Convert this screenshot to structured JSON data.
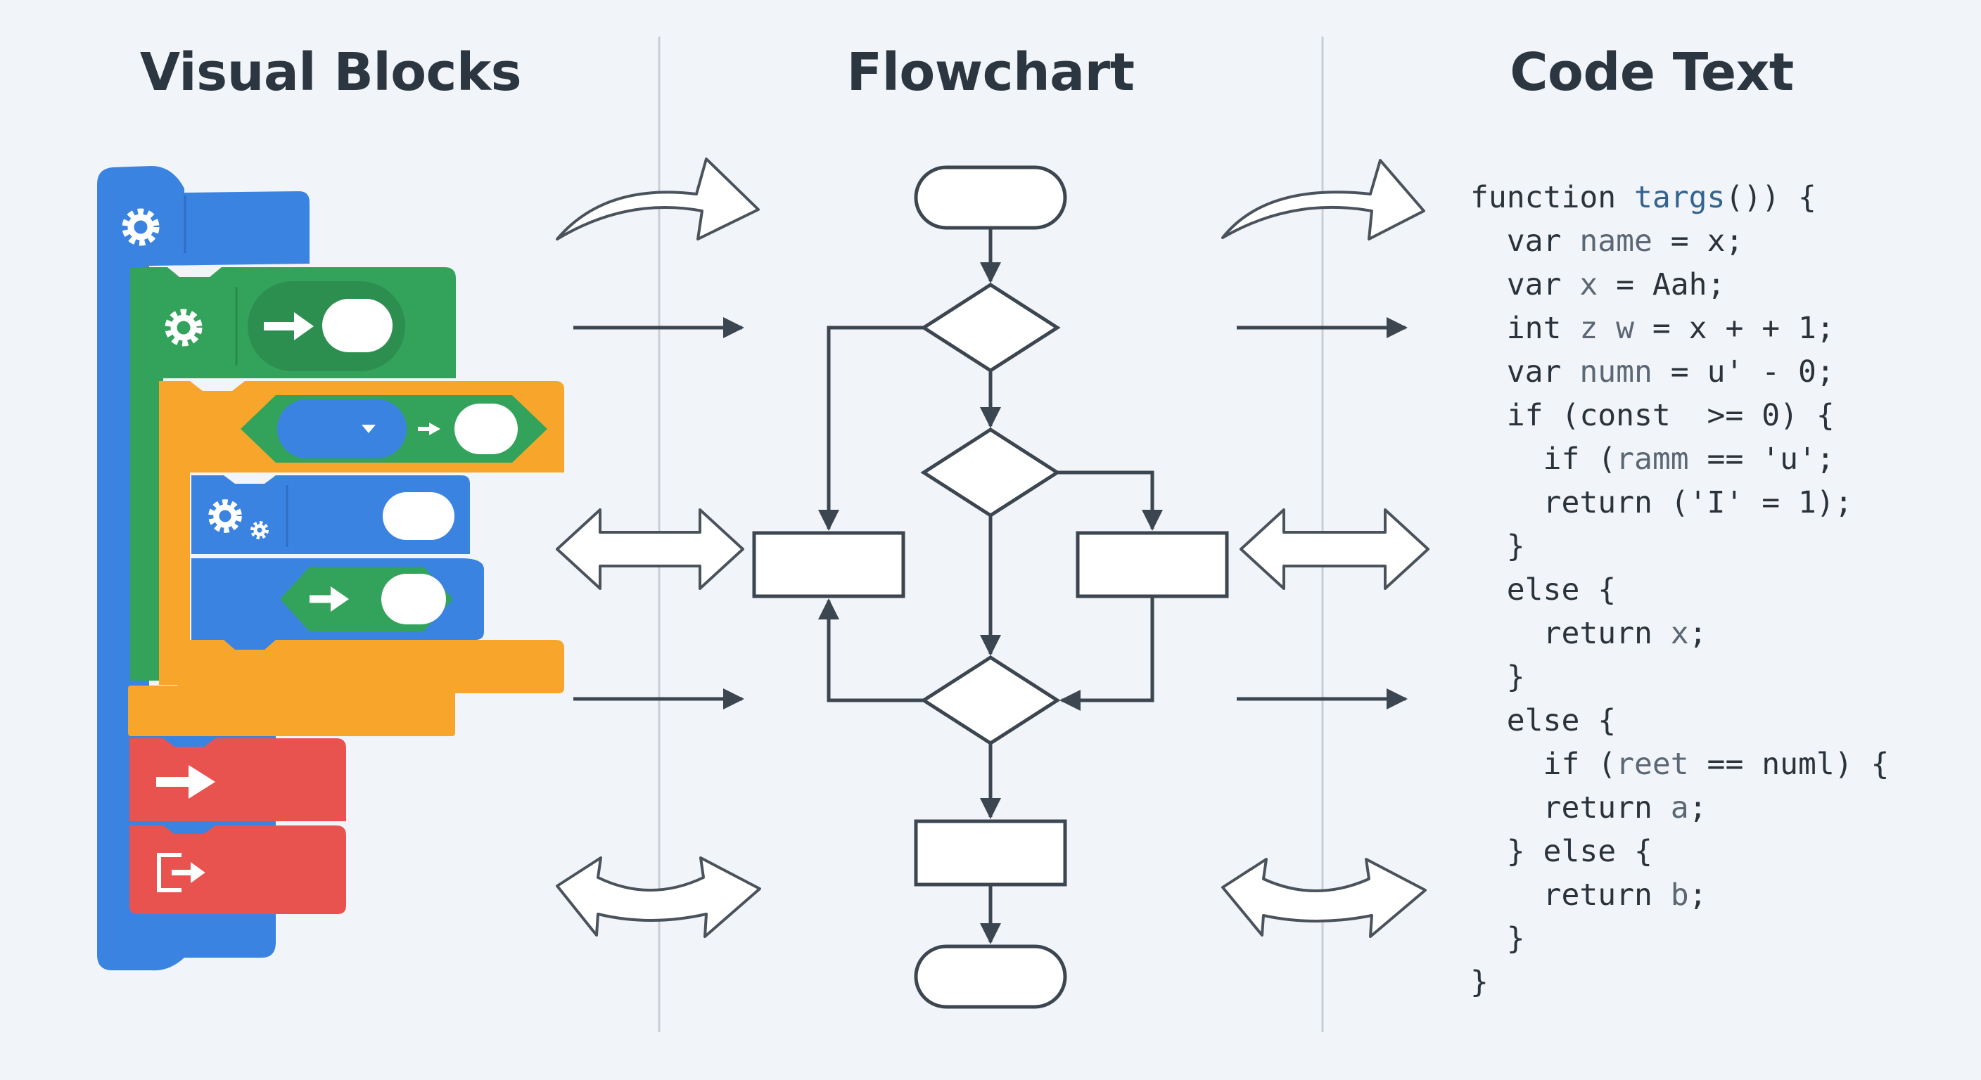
{
  "titles": {
    "blocks": "Visual Blocks",
    "flowchart": "Flowchart",
    "code": "Code Text"
  },
  "colors": {
    "blue": "#3a83e0",
    "green": "#33a35c",
    "orange": "#f7a62b",
    "red": "#e85350",
    "line": "#3c4650",
    "background": "#f1f4f8"
  },
  "icons": {
    "block_hat": "gear-icon",
    "green_block": "gear-icon",
    "inner_blue_block": "gears-icon",
    "red_block_1": "arrow-right-icon",
    "red_block_2": "exit-icon"
  },
  "code": {
    "lines": [
      [
        {
          "t": "function "
        },
        {
          "t": "targs",
          "c": "fn"
        },
        {
          "t": "()) {"
        }
      ],
      [
        {
          "t": "  var "
        },
        {
          "t": "name",
          "c": "var"
        },
        {
          "t": " = x;"
        }
      ],
      [
        {
          "t": "  var "
        },
        {
          "t": "x",
          "c": "var"
        },
        {
          "t": " = Aah;"
        }
      ],
      [
        {
          "t": "  int "
        },
        {
          "t": "z w",
          "c": "var"
        },
        {
          "t": " = x + + 1;"
        }
      ],
      [
        {
          "t": "  var "
        },
        {
          "t": "numn",
          "c": "var"
        },
        {
          "t": " = u' - 0;"
        }
      ],
      [
        {
          "t": "  if (const  >= 0) {"
        }
      ],
      [
        {
          "t": "    if ("
        },
        {
          "t": "ramm",
          "c": "var"
        },
        {
          "t": " == 'u';"
        }
      ],
      [
        {
          "t": "    return ('I' = 1);"
        }
      ],
      [
        {
          "t": "  }"
        }
      ],
      [
        {
          "t": "  else {"
        }
      ],
      [
        {
          "t": "    return "
        },
        {
          "t": "x",
          "c": "var"
        },
        {
          "t": ";"
        }
      ],
      [
        {
          "t": "  }"
        }
      ],
      [
        {
          "t": "  else {"
        }
      ],
      [
        {
          "t": "    if ("
        },
        {
          "t": "reet",
          "c": "var"
        },
        {
          "t": " == numl) {"
        }
      ],
      [
        {
          "t": "    return "
        },
        {
          "t": "a",
          "c": "var"
        },
        {
          "t": ";"
        }
      ],
      [
        {
          "t": "  } else {"
        }
      ],
      [
        {
          "t": "    return "
        },
        {
          "t": "b",
          "c": "var"
        },
        {
          "t": ";"
        }
      ],
      [
        {
          "t": "  }"
        }
      ],
      [
        {
          "t": "}"
        }
      ]
    ]
  }
}
